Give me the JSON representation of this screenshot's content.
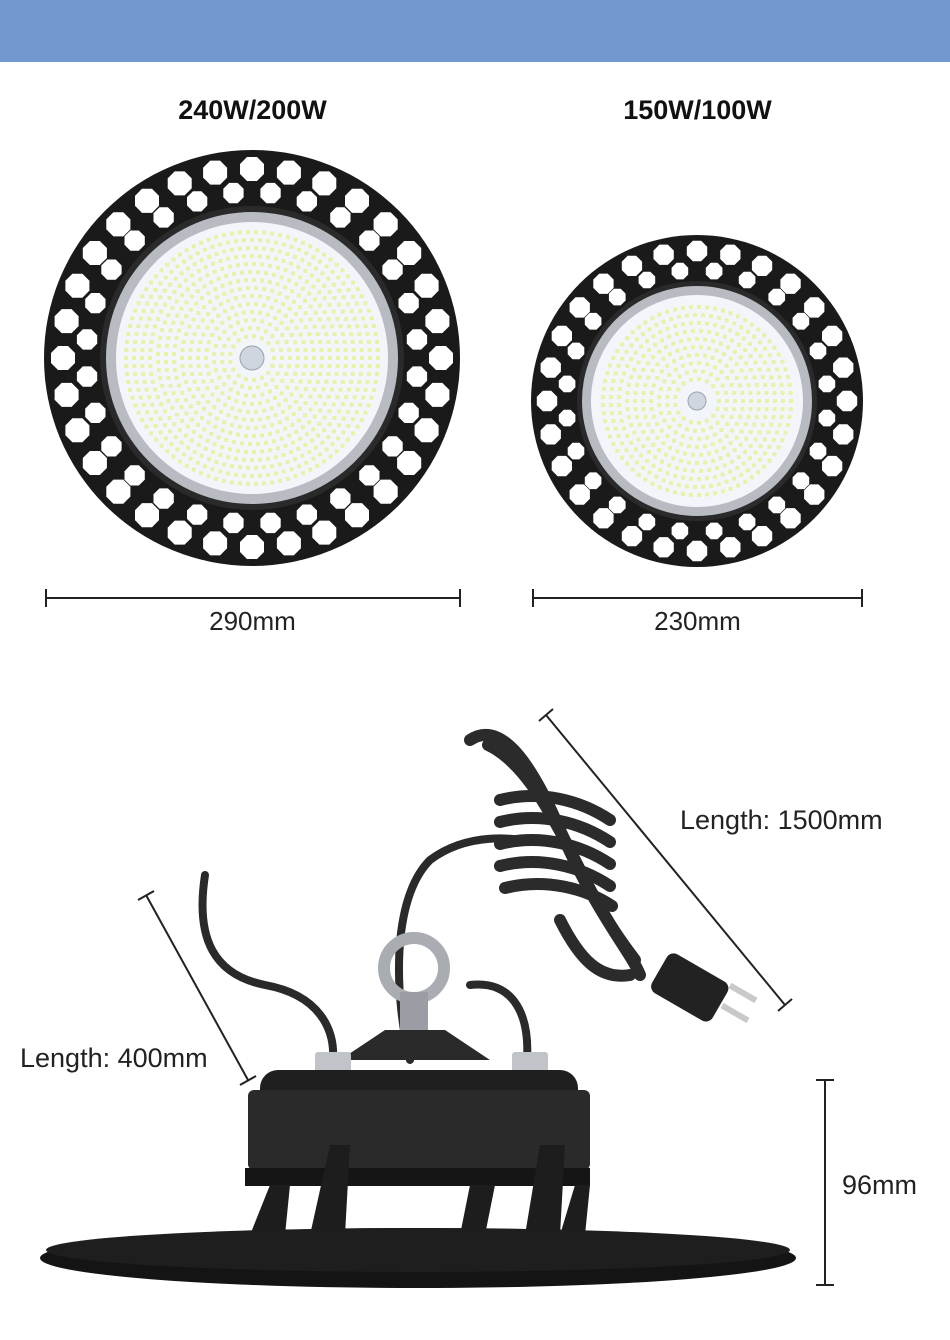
{
  "header": {
    "bar_color": "#7299cf"
  },
  "products": [
    {
      "title": "240W/200W",
      "diameter": "290mm"
    },
    {
      "title": "150W/100W",
      "diameter": "230mm"
    }
  ],
  "side_view": {
    "cable_length_label": "Length: 1500mm",
    "wire_length_label": "Length: 400mm",
    "height_label": "96mm"
  },
  "icons": [
    "ufo-led-light-large",
    "ufo-led-light-small",
    "ufo-light-side-view",
    "power-plug-icon"
  ],
  "colors": {
    "housing": "#1a1a1a",
    "led_panel": "#f2f6fb",
    "led_chip": "#e8f1a8"
  }
}
